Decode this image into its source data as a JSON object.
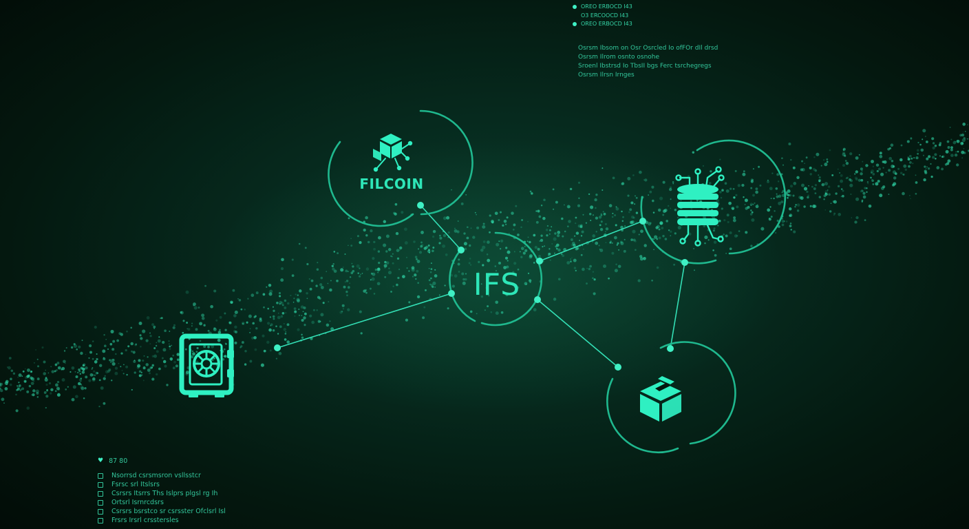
{
  "diagram": {
    "nodes": [
      {
        "id": "filcoin",
        "label": "FILCOIN",
        "icon": "cube-network-icon"
      },
      {
        "id": "ifs",
        "label": "IFS",
        "icon": ""
      },
      {
        "id": "database",
        "label": "",
        "icon": "database-circuit-icon"
      },
      {
        "id": "package",
        "label": "",
        "icon": "open-box-icon"
      },
      {
        "id": "vault",
        "label": "",
        "icon": "vault-safe-icon"
      }
    ],
    "edges": [
      {
        "from": "filcoin",
        "to": "ifs"
      },
      {
        "from": "ifs",
        "to": "vault"
      },
      {
        "from": "ifs",
        "to": "database"
      },
      {
        "from": "ifs",
        "to": "package"
      },
      {
        "from": "database",
        "to": "package"
      }
    ]
  },
  "legend_top": [
    {
      "text": "OREO ERBOCD I43",
      "bullet": true
    },
    {
      "text": "O3 ERCOOCD I43",
      "bullet": false
    },
    {
      "text": "OREO ERBOCD I43",
      "bullet": true
    }
  ],
  "notes": [
    "Osrsm Ibsom on Osr Osrcled Io ofFOr dIl drsd",
    "Osrsm Ilrom osnto osnohe",
    "Sroenl Ibstrsd Io  TbsII bgs  Ferc tsrchegregs",
    "Osrsm Ilrsn Irnges"
  ],
  "bottom_panel": {
    "header": "87 80",
    "items": [
      "Nsorrsd csrsmsron vsllsstcr",
      "Fsrsc srl Itslsrs",
      "Csrsrs Itsrrs Ths Islprs plgsl rg Ih",
      "Ortsrl Isrnrcdsrs",
      "Csrsrs bsrstco sr csrsster Ofclsrl Isl",
      "Frsrs Irsrl crsstersles"
    ]
  },
  "colors": {
    "accent": "#2ff0c2",
    "ring": "#1fb88e",
    "background": "#04180f"
  }
}
